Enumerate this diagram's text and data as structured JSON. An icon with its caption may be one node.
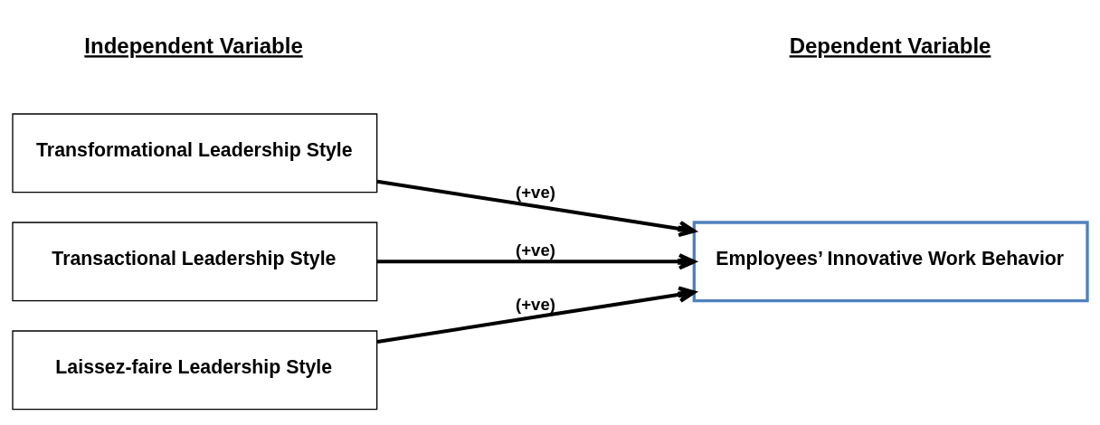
{
  "diagram": {
    "nodes": [
      {
        "text": [
          "Transformational Leadership Style"
        ]
      },
      {
        "text": [
          "Transactional Leadership Style"
        ]
      },
      {
        "text": [
          "Laissez-faire Leadership Style"
        ]
      },
      {
        "text": [
          "Employees’ Innovative Work Behavior"
        ]
      }
    ],
    "edges": [
      {
        "from": 0,
        "to": 3,
        "arrow": "to",
        "label": "(+ve)"
      },
      {
        "from": 1,
        "to": 3,
        "arrow": "to",
        "label": "(+ve)"
      },
      {
        "from": 2,
        "to": 3,
        "arrow": "to",
        "label": "(+ve)"
      }
    ],
    "labels": [
      "Independent Variable",
      "Dependent Variable"
    ]
  }
}
